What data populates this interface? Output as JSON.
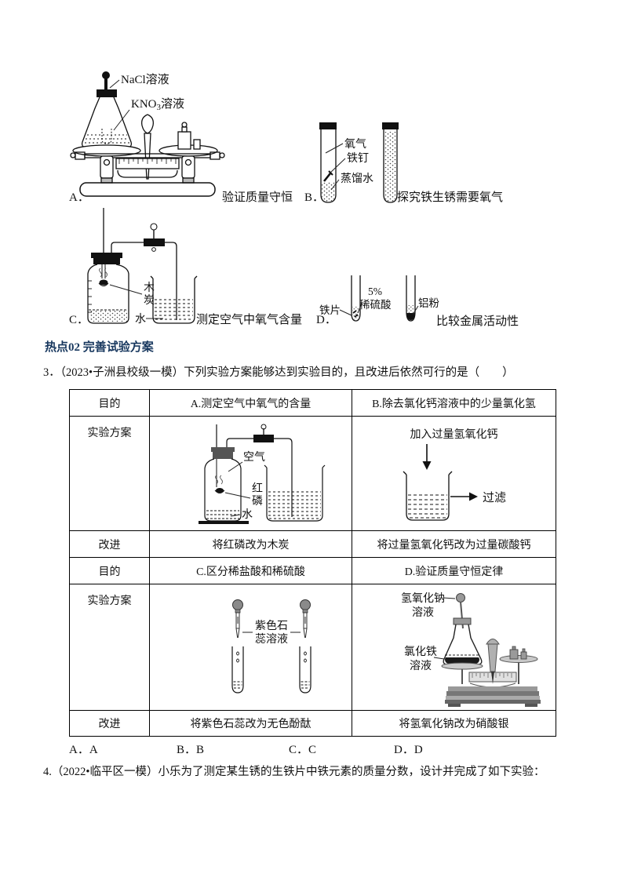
{
  "figures": {
    "a": {
      "label": "A．",
      "caption": "验证质量守恒",
      "nacl": "NaCl溶液",
      "kno3_pre": "KNO",
      "kno3_sub": "3",
      "kno3_suf": "溶液"
    },
    "b": {
      "label": "B．",
      "caption": "探究铁生锈需要氧气",
      "oxygen": "氧气",
      "nail": "铁钉",
      "distilled_water": "蒸馏水"
    },
    "c": {
      "label": "C．",
      "caption": "测定空气中氧气含量",
      "charcoal_top": "木",
      "charcoal_bottom": "炭",
      "water": "水"
    },
    "d": {
      "label": "D．",
      "caption": "比较金属活动性",
      "iron_piece": "铁片",
      "acid_top": "5%",
      "acid_bottom": "稀硫酸",
      "aluminum_powder": "铝粉"
    }
  },
  "heading": "热点02 完善试验方案",
  "q3": {
    "text": "3．（2023•子洲县校级一模）下列实验方案能够达到实验目的，且改进后依然可行的是（　　）",
    "table": {
      "r1": {
        "h": "目的",
        "a": "A.测定空气中氧气的含量",
        "b": "B.除去氯化钙溶液中的少量氯化氢"
      },
      "r2": {
        "h": "实验方案",
        "a_air": "空气",
        "a_rp_top": "红",
        "a_rp_bottom": "磷",
        "a_water": "水",
        "b_add": "加入过量氢氧化钙",
        "b_filter": "过滤"
      },
      "r3": {
        "h": "改进",
        "a": "将红磷改为木炭",
        "b": "将过量氢氧化钙改为过量碳酸钙"
      },
      "r4": {
        "h": "目的",
        "a": "C.区分稀盐酸和稀硫酸",
        "b": "D.验证质量守恒定律"
      },
      "r5": {
        "h": "实验方案",
        "c_litmus_top": "紫色石",
        "c_litmus_bottom": "蕊溶液",
        "d_naoh_top": "氢氧化钠",
        "d_naoh_bottom": "溶液",
        "d_fecl3_top": "氯化铁",
        "d_fecl3_bottom": "溶液"
      },
      "r6": {
        "h": "改进",
        "a": "将紫色石蕊改为无色酚酞",
        "b": "将氢氧化钠改为硝酸银"
      }
    },
    "options": {
      "a": "A．A",
      "b": "B．B",
      "c": "C．C",
      "d": "D．D"
    }
  },
  "q4": {
    "text": "4.（2022•临平区一模）小乐为了测定某生锈的生铁片中铁元素的质量分数，设计并完成了如下实验："
  },
  "colors": {
    "heading": "#17375E",
    "ink": "#000000",
    "table_border": "#000000"
  }
}
